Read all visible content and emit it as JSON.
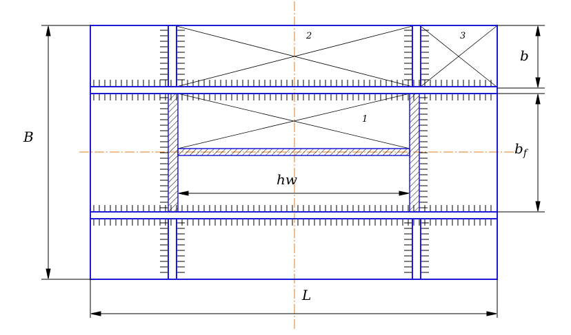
{
  "labels": {
    "B": "B",
    "b": "b",
    "bf_main": "b",
    "bf_sub": "f",
    "hw": "hw",
    "L": "L"
  },
  "callouts": [
    "1",
    "2",
    "3"
  ],
  "colors": {
    "structure": "#1a1ad6",
    "centerline": "#e07b1a",
    "dimension": "#000000",
    "label_green": "#2b5a1e"
  }
}
